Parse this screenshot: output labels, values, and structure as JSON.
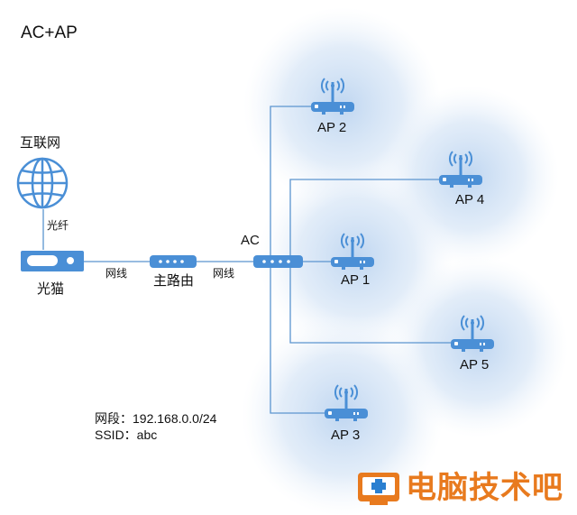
{
  "title": "AC+AP",
  "nodes": {
    "internet": "互联网",
    "fiber": "光纤",
    "modem": "光猫",
    "main_router": "主路由",
    "ac": "AC",
    "ap1": "AP 1",
    "ap2": "AP 2",
    "ap3": "AP 3",
    "ap4": "AP 4",
    "ap5": "AP 5"
  },
  "links": {
    "modem_to_router": "网线",
    "router_to_ac": "网线"
  },
  "network": {
    "segment": "网段：192.168.0.0/24",
    "ssid": "SSID：abc"
  },
  "watermark": "电脑技术吧",
  "colors": {
    "device_blue": "#4a8fd6",
    "line_blue": "#5b95cf",
    "glow_blue": "#c9dcf2",
    "brand_orange": "#e87a1e"
  }
}
